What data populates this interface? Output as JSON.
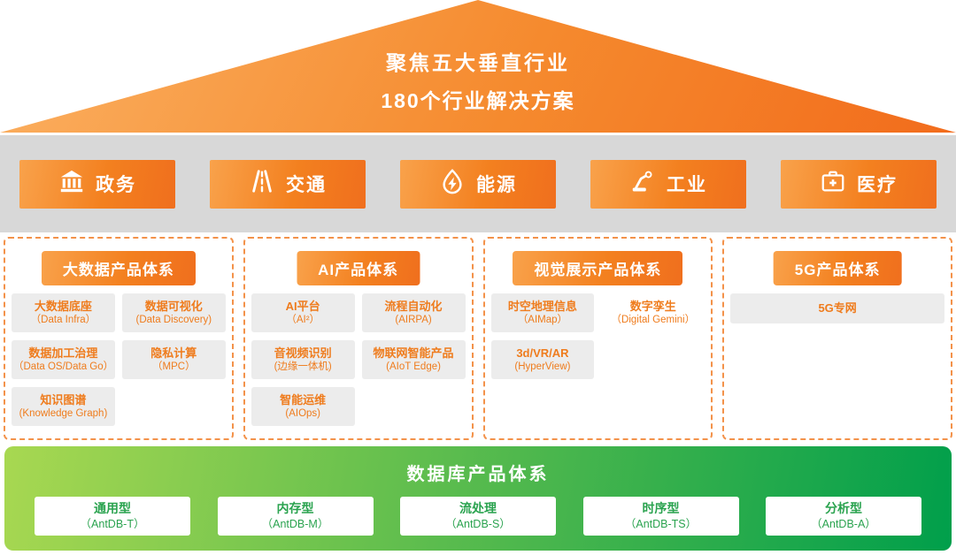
{
  "roof": {
    "line1": "聚焦五大垂直行业",
    "line2": "180个行业解决方案"
  },
  "industries": [
    {
      "label": "政务",
      "icon": "government-building-icon"
    },
    {
      "label": "交通",
      "icon": "road-icon"
    },
    {
      "label": "能源",
      "icon": "energy-drop-icon"
    },
    {
      "label": "工业",
      "icon": "robot-arm-icon"
    },
    {
      "label": "医疗",
      "icon": "medical-kit-icon"
    }
  ],
  "product_columns": [
    {
      "title": "大数据产品体系",
      "items": [
        {
          "name": "大数据底座",
          "sub": "（Data Infra）"
        },
        {
          "name": "数据可视化",
          "sub": "(Data Discovery)"
        },
        {
          "name": "数据加工治理",
          "sub": "（Data OS/Data Go）"
        },
        {
          "name": "隐私计算",
          "sub": "（MPC）"
        },
        {
          "name": "知识图谱",
          "sub": "(Knowledge Graph)"
        }
      ]
    },
    {
      "title": "AI产品体系",
      "items": [
        {
          "name": "AI平台",
          "sub": "（AI²）"
        },
        {
          "name": "流程自动化",
          "sub": "(AIRPA)"
        },
        {
          "name": "音视频识别",
          "sub": "(边缘一体机)"
        },
        {
          "name": "物联网智能产品",
          "sub": "(AIoT Edge)"
        },
        {
          "name": "智能运维",
          "sub": "(AIOps)"
        }
      ]
    },
    {
      "title": "视觉展示产品体系",
      "items": [
        {
          "name": "时空地理信息",
          "sub": "（AIMap）"
        },
        {
          "name": "数字孪生",
          "sub": "（Digital Gemini）"
        },
        {
          "name": "3d/VR/AR",
          "sub": "(HyperView)"
        }
      ]
    },
    {
      "title": "5G产品体系",
      "items": [
        {
          "name": "5G专网",
          "sub": ""
        }
      ]
    }
  ],
  "database": {
    "title": "数据库产品体系",
    "items": [
      {
        "name": "通用型",
        "sub": "（AntDB-T）"
      },
      {
        "name": "内存型",
        "sub": "（AntDB-M）"
      },
      {
        "name": "流处理",
        "sub": "（AntDB-S）"
      },
      {
        "name": "时序型",
        "sub": "（AntDB-TS）"
      },
      {
        "name": "分析型",
        "sub": "（AntDB-A）"
      }
    ]
  },
  "colors": {
    "orange_light": "#fbb061",
    "orange_dark": "#f06f1e",
    "orange_text": "#ef7c1d",
    "gray_bar": "#d8d8d8",
    "item_bg": "#ececec",
    "green_light": "#a8d851",
    "green_dark": "#009f4b",
    "green_text": "#2aa34f"
  }
}
